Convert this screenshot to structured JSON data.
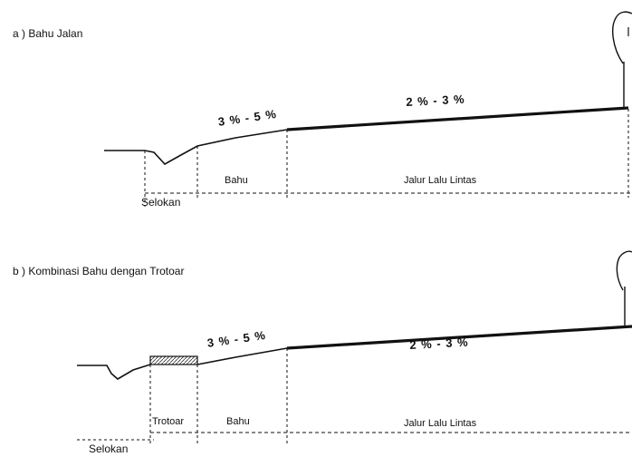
{
  "panel_a": {
    "caption": "a ) Bahu Jalan",
    "slope_shoulder": "3 % - 5 %",
    "slope_lane": "2 % - 3 %",
    "label_shoulder": "Bahu",
    "label_lane": "Jalur Lalu Lintas",
    "label_ditch": "Selokan"
  },
  "panel_b": {
    "caption": "b ) Kombinasi Bahu dengan Trotoar",
    "slope_shoulder": "3 % - 5 %",
    "slope_lane": "2 % - 3 %",
    "label_sidewalk": "Trotoar",
    "label_shoulder": "Bahu",
    "label_lane": "Jalur Lalu Lintas",
    "label_ditch": "Selokan"
  }
}
